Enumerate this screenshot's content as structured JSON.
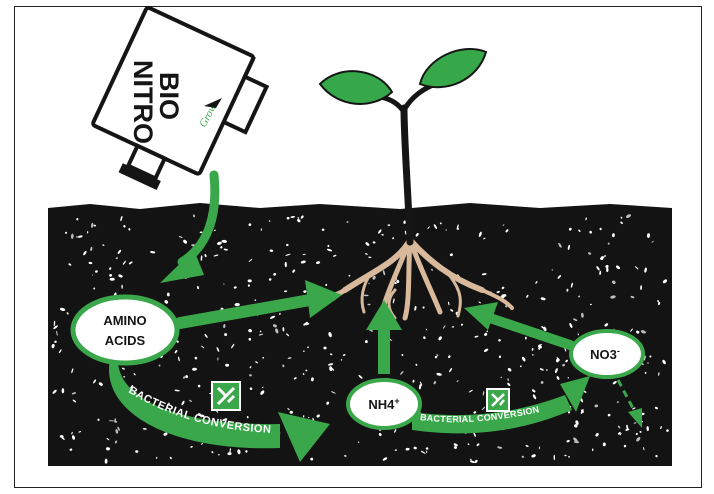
{
  "product": {
    "brand_line1": "BIO",
    "brand_line2": "NITRO",
    "logo_text": "Grow"
  },
  "nodes": {
    "amino_line1": "AMINO",
    "amino_line2": "ACIDS",
    "nh4": "NH4",
    "nh4_sup": "+",
    "no3": "NO3",
    "no3_sup": "-"
  },
  "conversions": {
    "left": "BACTERIAL CONVERSION",
    "right": "BACTERIAL CONVERSION"
  },
  "colors": {
    "green": "#3aa84a",
    "soil": "#131313",
    "root": "#d9b99b",
    "leaf": "#36a84a",
    "stem": "#151515"
  }
}
